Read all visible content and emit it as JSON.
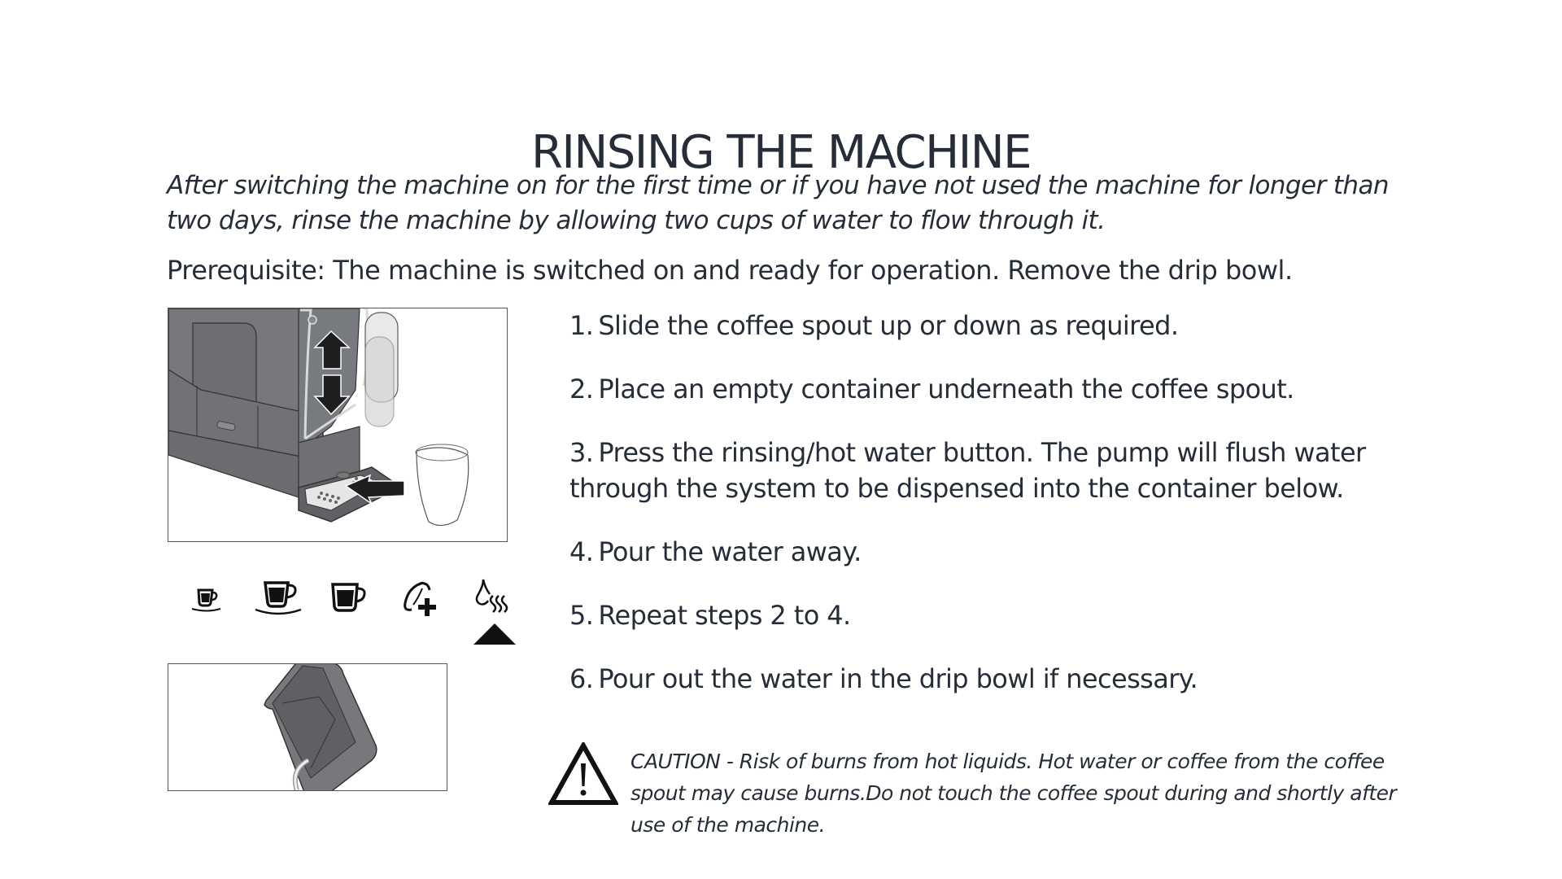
{
  "page": {
    "title": "RINSING THE MACHINE",
    "intro": "After switching the machine on for the first time or if you have not used the machine for longer than two days, rinse the machine by allowing two cups of water to flow through it.",
    "prerequisite": "Prerequisite: The machine is switched on and ready for operation. Remove the drip bowl."
  },
  "steps": [
    {
      "num": "1.",
      "text": "Slide the coffee spout up or down as required."
    },
    {
      "num": "2.",
      "text": "Place an empty container underneath the coffee spout."
    },
    {
      "num": "3.",
      "text": "Press the rinsing/hot water button. The pump will flush water through the system to be dispensed into the container below."
    },
    {
      "num": "4.",
      "text": "Pour the water away."
    },
    {
      "num": "5.",
      "text": "Repeat steps 2 to 4."
    },
    {
      "num": "6.",
      "text": "Pour out the water in the drip bowl if necessary."
    }
  ],
  "icons": [
    {
      "name": "espresso-icon"
    },
    {
      "name": "coffee-cup-saucer-icon"
    },
    {
      "name": "mug-icon"
    },
    {
      "name": "bean-strength-plus-icon"
    },
    {
      "name": "hot-water-rinse-icon",
      "indicator": "arrow-up"
    }
  ],
  "figures": {
    "main": "coffee machine with adjustable spout and glass under spout",
    "secondary": "drip bowl being emptied"
  },
  "caution": {
    "icon": "warning-triangle-icon",
    "text": "CAUTION - Risk of burns from hot liquids. Hot water or coffee from the coffee spout may cause burns.Do not touch the coffee spout during and shortly after use of the machine."
  },
  "colors": {
    "text": "#262d38",
    "machine_body": "#76787c",
    "machine_dark": "#5a5c60",
    "arrow": "#1e1e1e"
  }
}
